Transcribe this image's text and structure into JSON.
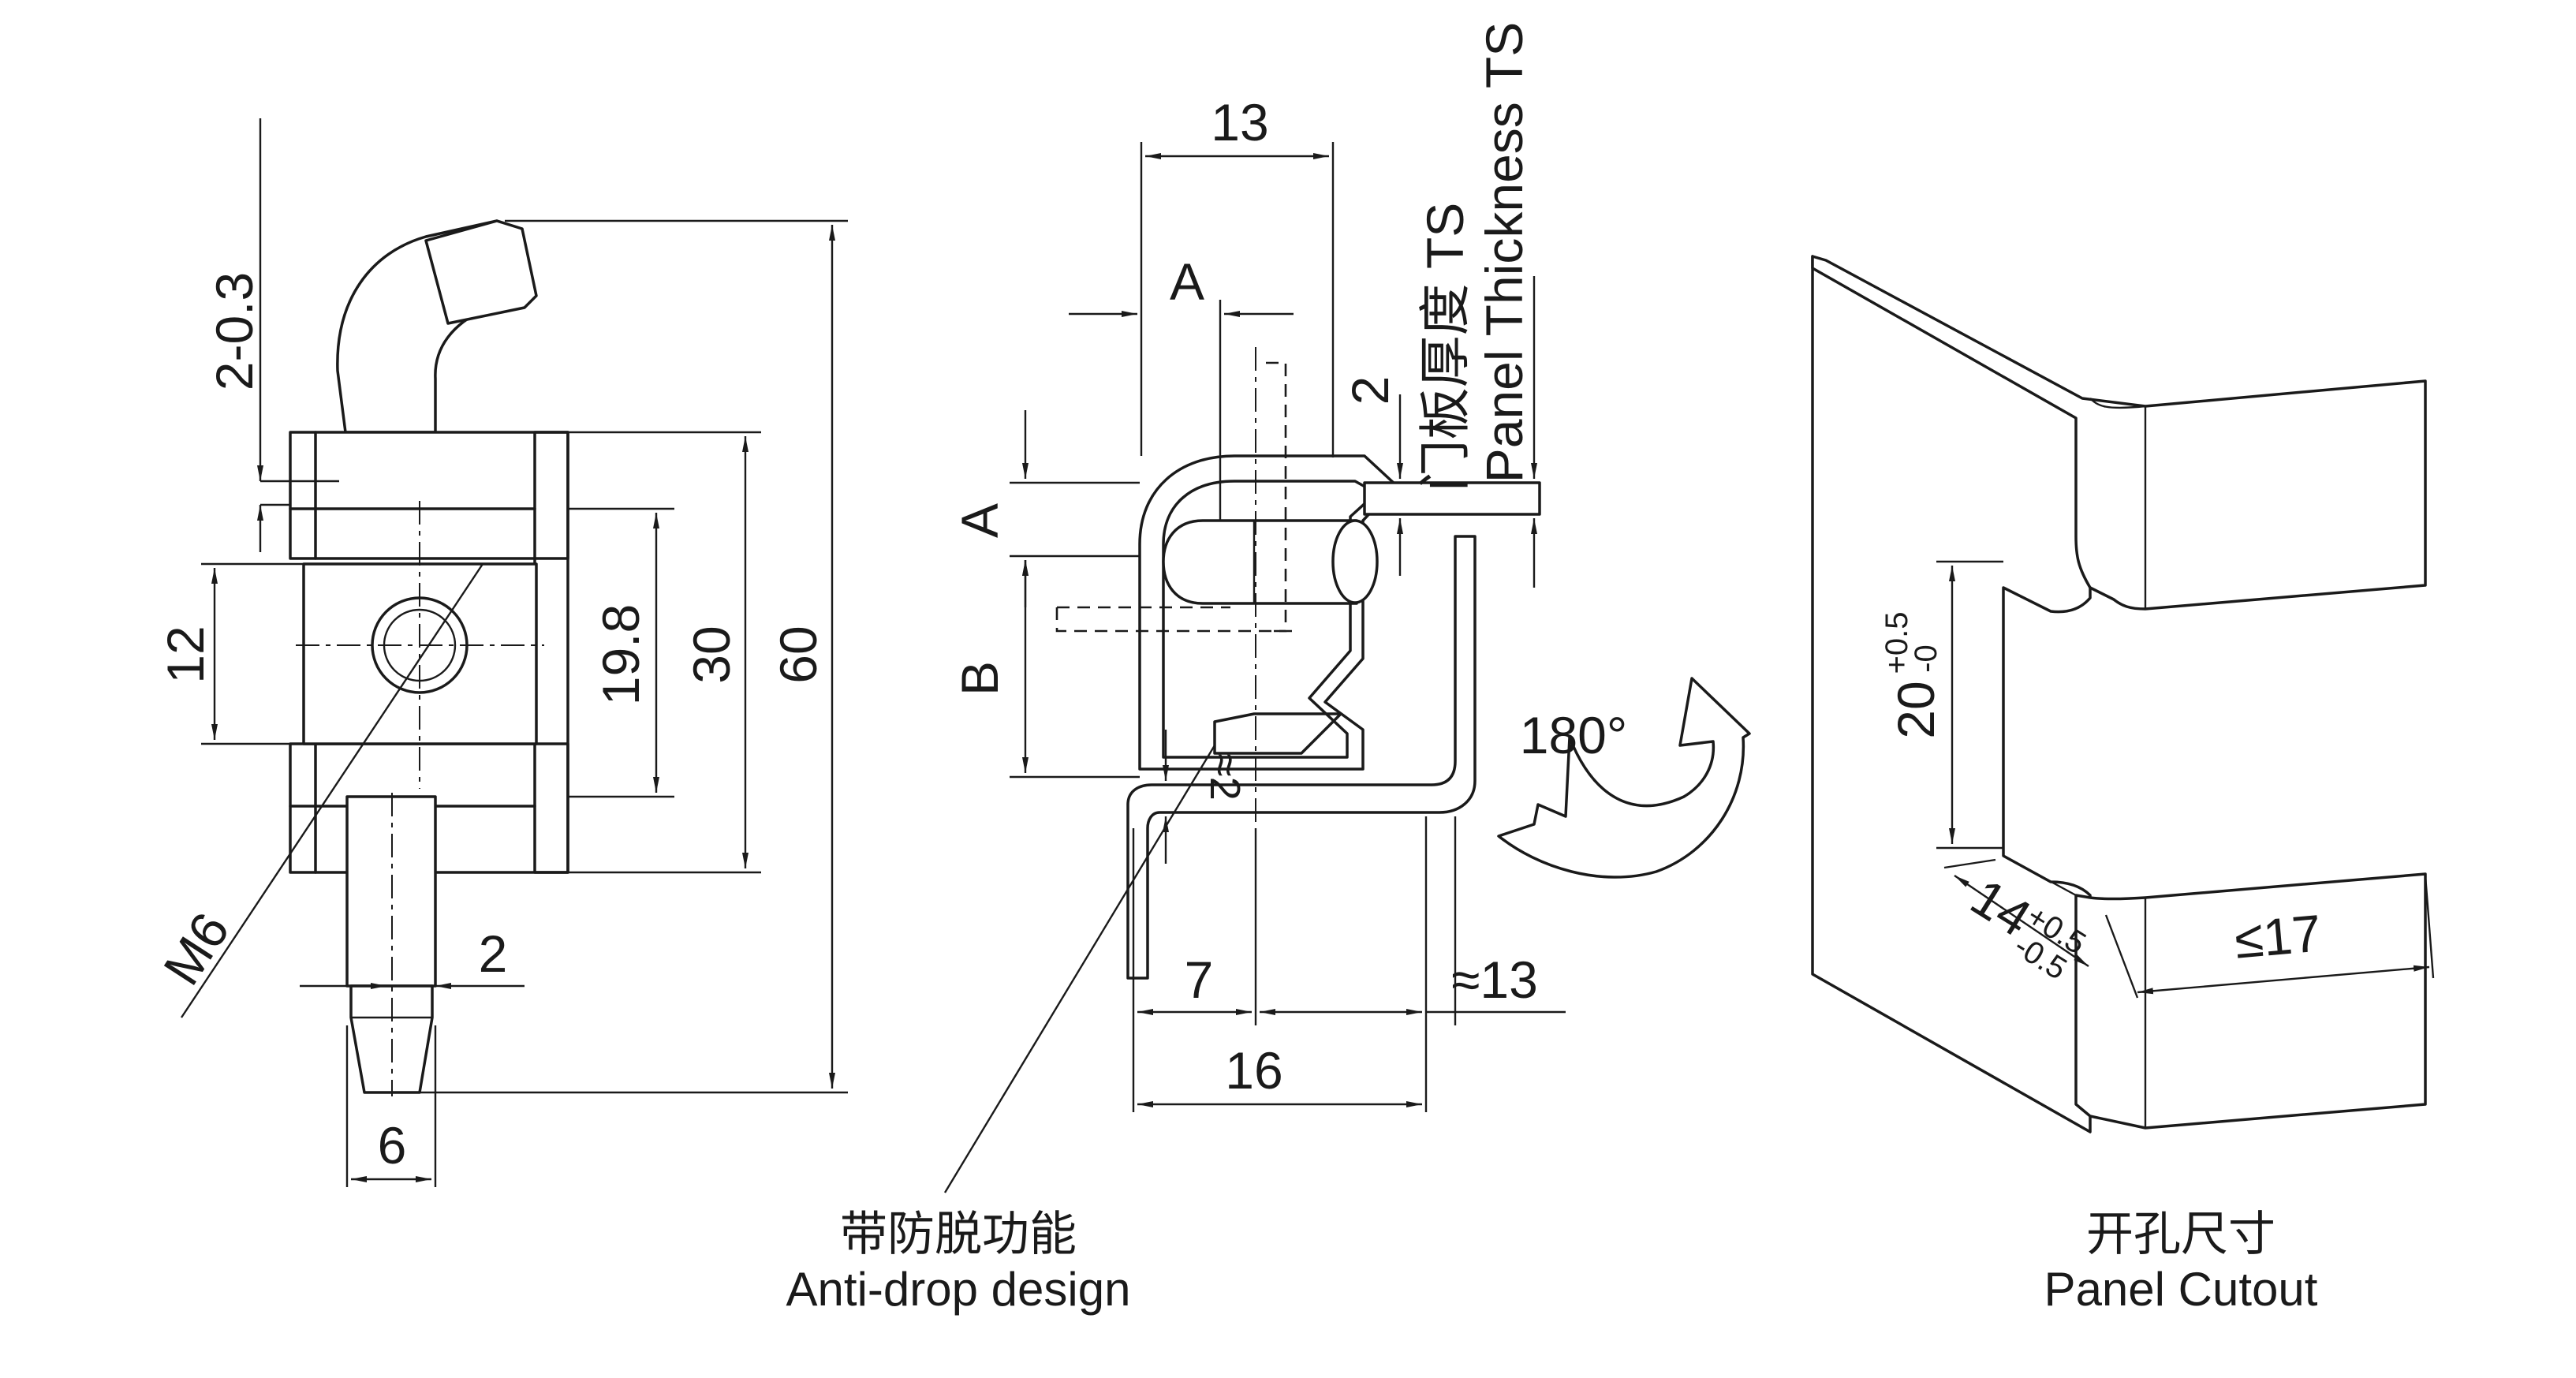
{
  "colors": {
    "line": "#1a1a1a",
    "background": "#ffffff"
  },
  "front_view": {
    "dim_tongue_thickness": "2-0.3",
    "dim_thread": "M6",
    "dim_block_height": "12",
    "dim_mid": "19.8",
    "dim_frame_height": "30",
    "dim_overall_height": "60",
    "dim_pin_step": "2",
    "dim_pin_diameter": "6"
  },
  "side_view": {
    "dim_top_width": "13",
    "dim_a_horizontal": "A",
    "dim_a_vertical": "A",
    "dim_b_vertical": "B",
    "dim_gap": "2",
    "dim_approx_gap": "≈2",
    "dim_bottom_7": "7",
    "dim_bottom_approx_13": "≈13",
    "dim_bottom_16": "16",
    "panel_thickness_cn": "门板厚度 TS",
    "panel_thickness_en": "Panel Thickness TS",
    "rotation_label": "180°",
    "caption_cn": "带防脱功能",
    "caption_en": "Anti-drop design"
  },
  "cutout_view": {
    "dim_height_main": "20",
    "dim_height_tol_upper": "+0.5",
    "dim_height_tol_lower": "-0",
    "dim_depth_main": "14",
    "dim_depth_tol_upper": "+0.5",
    "dim_depth_tol_lower": "-0.5",
    "dim_width": "≤17",
    "caption_cn": "开孔尺寸",
    "caption_en": "Panel Cutout"
  }
}
